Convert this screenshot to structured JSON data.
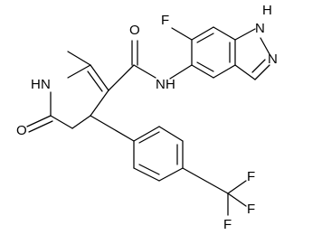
{
  "atoms": {
    "o_carbonyl_amide": "O",
    "nh_amide": "N",
    "nh_amide_h": "H",
    "f_indazole": "F",
    "nh_indazole_h": "H",
    "nh_indazole_n": "N",
    "n_indazole": "N",
    "hn_ring_h": "H",
    "hn_ring_n": "N",
    "o_lactam": "O",
    "cf3_f_top": "F",
    "cf3_f_right": "F",
    "cf3_f_bottom": "F"
  }
}
